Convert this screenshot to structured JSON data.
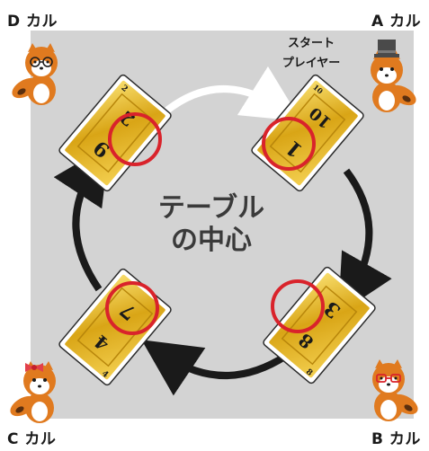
{
  "players": {
    "a": {
      "label": "A カル"
    },
    "b": {
      "label": "B カル"
    },
    "c": {
      "label": "C カル"
    },
    "d": {
      "label": "D カル"
    }
  },
  "start_player": {
    "line1": "スタート",
    "line2": "プレイヤー"
  },
  "center": {
    "line1": "テーブル",
    "line2": "の中心"
  },
  "cards": {
    "d": {
      "top": "2",
      "circled": "9",
      "corner": "2"
    },
    "a": {
      "top": "10",
      "circled": "1",
      "corner": "10"
    },
    "c": {
      "top": "4",
      "circled": "7",
      "corner": "4"
    },
    "b": {
      "top": "8",
      "circled": "3",
      "corner": "8"
    }
  },
  "colors": {
    "table": "#d3d3d3",
    "card_gold": "#d9a516",
    "circle": "#d9232b",
    "arrow": "#1a1a1a",
    "arrow_start": "#ffffff",
    "raccoon": "#e07a1f"
  },
  "accessories": {
    "a": "top-hat-icon",
    "b": "glasses-icon",
    "c": "ribbon-icon",
    "d": "glasses-icon"
  }
}
